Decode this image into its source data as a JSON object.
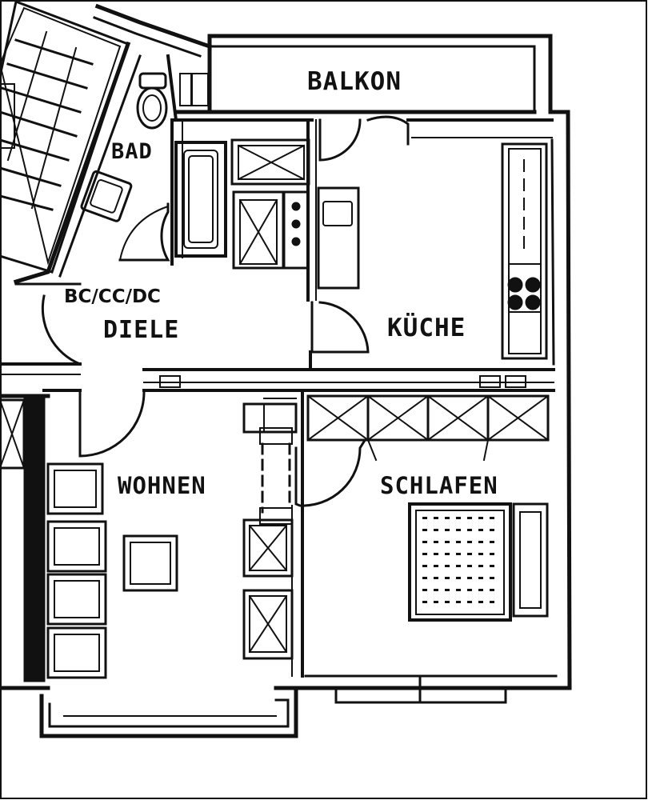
{
  "rooms": {
    "balkon": "BALKON",
    "bad": "BAD",
    "apartment_code": "BC/CC/DC",
    "diele": "DIELE",
    "kueche": "KÜCHE",
    "wohnen": "WOHNEN",
    "schlafen": "SCHLAFEN"
  },
  "colors": {
    "ink": "#111111",
    "paper": "#ffffff"
  }
}
